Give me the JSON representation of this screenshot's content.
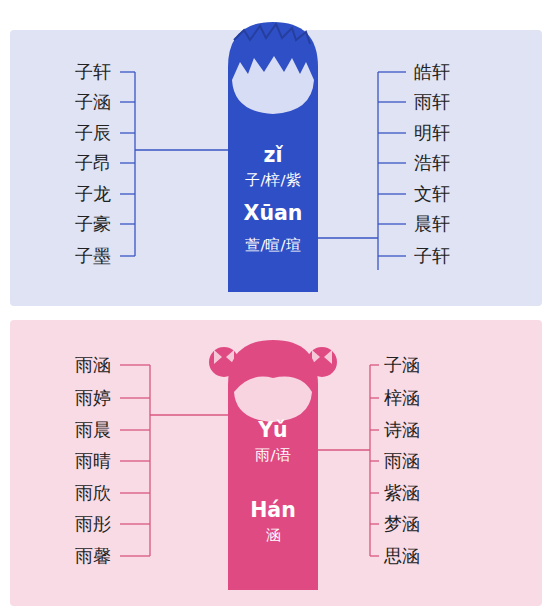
{
  "diagram": {
    "nodes": [
      {
        "text": [
          "zǐ",
          "子/梓/紫",
          "Xūan",
          "萱/暄/瑄"
        ]
      },
      {
        "text": [
          "Yǔ",
          "雨/语",
          "Hán",
          "涵"
        ]
      }
    ],
    "labels": [
      "子轩",
      "子涵",
      "子辰",
      "子昂",
      "子龙",
      "子豪",
      "子墨",
      "皓轩",
      "雨轩",
      "明轩",
      "浩轩",
      "文轩",
      "晨轩",
      "子轩",
      "雨涵",
      "雨婷",
      "雨晨",
      "雨晴",
      "雨欣",
      "雨彤",
      "雨馨",
      "子涵",
      "梓涵",
      "诗涵",
      "雨涵",
      "紫涵",
      "梦涵",
      "思涵"
    ]
  }
}
